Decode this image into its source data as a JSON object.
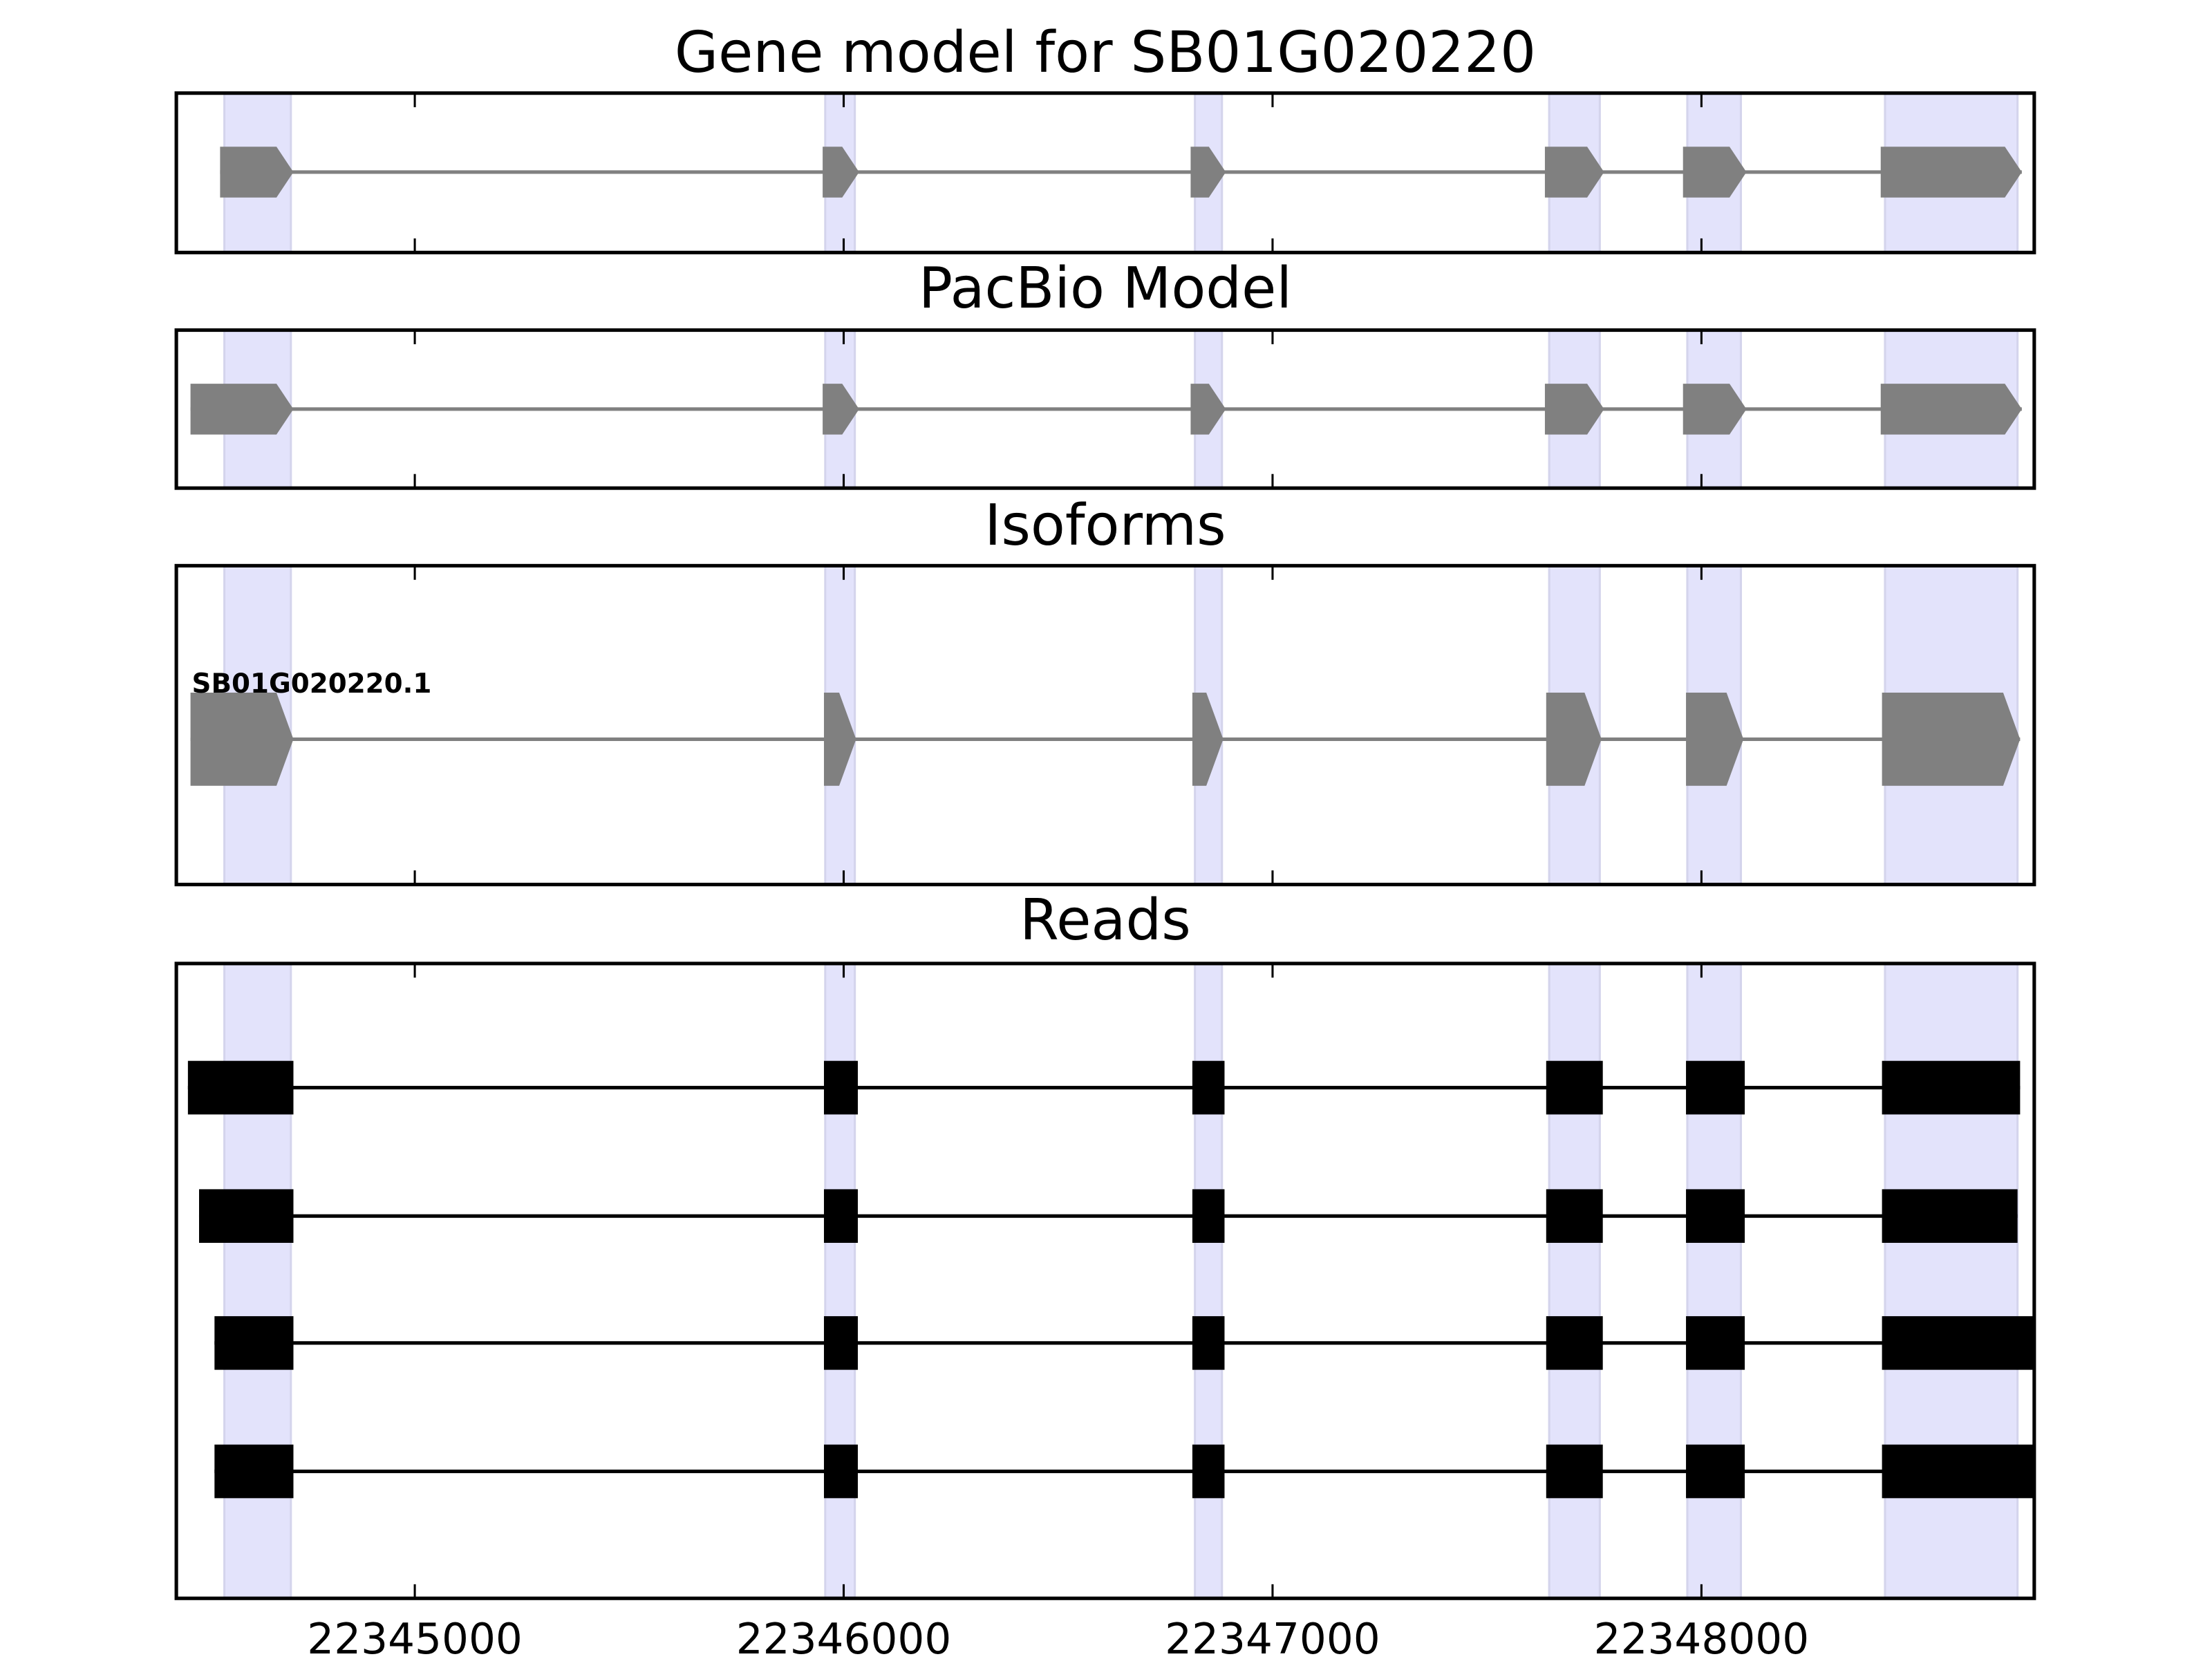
{
  "chart_data": {
    "type": "gene-track",
    "xlim": [
      22344444,
      22348776
    ],
    "xticks": [
      22345000,
      22346000,
      22347000,
      22348000
    ],
    "xtick_labels": [
      "22345000",
      "22346000",
      "22347000",
      "22348000"
    ],
    "highlight_color": "#e3e3fb",
    "model_color": "#808080",
    "read_color": "#000000",
    "highlighted_exons": [
      [
        22344556,
        22344711
      ],
      [
        22345957,
        22346026
      ],
      [
        22346819,
        22346882
      ],
      [
        22347645,
        22347763
      ],
      [
        22347967,
        22348092
      ],
      [
        22348428,
        22348737
      ]
    ],
    "panels": [
      {
        "title": "Gene model for SB01G020220",
        "kind": "model",
        "tracks": [
          {
            "label": "",
            "exons": [
              [
                22344546,
                22344717
              ],
              [
                22345951,
                22346036
              ],
              [
                22346809,
                22346891
              ],
              [
                22347635,
                22347773
              ],
              [
                22347957,
                22348105
              ],
              [
                22348418,
                22348747
              ]
            ]
          }
        ]
      },
      {
        "title": "PacBio Model",
        "kind": "model",
        "tracks": [
          {
            "label": "",
            "exons": [
              [
                22344477,
                22344717
              ],
              [
                22345951,
                22346036
              ],
              [
                22346809,
                22346891
              ],
              [
                22347635,
                22347773
              ],
              [
                22347957,
                22348105
              ],
              [
                22348418,
                22348747
              ]
            ]
          }
        ]
      },
      {
        "title": "Isoforms",
        "kind": "model",
        "tracks": [
          {
            "label": "SB01G020220.1",
            "exons": [
              [
                22344477,
                22344717
              ],
              [
                22345954,
                22346029
              ],
              [
                22346813,
                22346885
              ],
              [
                22347638,
                22347767
              ],
              [
                22347964,
                22348098
              ],
              [
                22348421,
                22348743
              ]
            ]
          }
        ]
      },
      {
        "title": "Reads",
        "kind": "reads",
        "tracks": [
          {
            "label": "",
            "exons": [
              [
                22344471,
                22344717
              ],
              [
                22345954,
                22346033
              ],
              [
                22346813,
                22346888
              ],
              [
                22347638,
                22347770
              ],
              [
                22347964,
                22348101
              ],
              [
                22348421,
                22348743
              ]
            ]
          },
          {
            "label": "",
            "exons": [
              [
                22344497,
                22344717
              ],
              [
                22345954,
                22346033
              ],
              [
                22346813,
                22346888
              ],
              [
                22347638,
                22347770
              ],
              [
                22347964,
                22348101
              ],
              [
                22348421,
                22348737
              ]
            ]
          },
          {
            "label": "",
            "exons": [
              [
                22344533,
                22344717
              ],
              [
                22345954,
                22346033
              ],
              [
                22346813,
                22346888
              ],
              [
                22347638,
                22347770
              ],
              [
                22347964,
                22348101
              ],
              [
                22348421,
                22348776
              ]
            ]
          },
          {
            "label": "",
            "exons": [
              [
                22344533,
                22344717
              ],
              [
                22345954,
                22346033
              ],
              [
                22346813,
                22346888
              ],
              [
                22347638,
                22347770
              ],
              [
                22347964,
                22348101
              ],
              [
                22348421,
                22348776
              ]
            ]
          }
        ]
      }
    ]
  }
}
